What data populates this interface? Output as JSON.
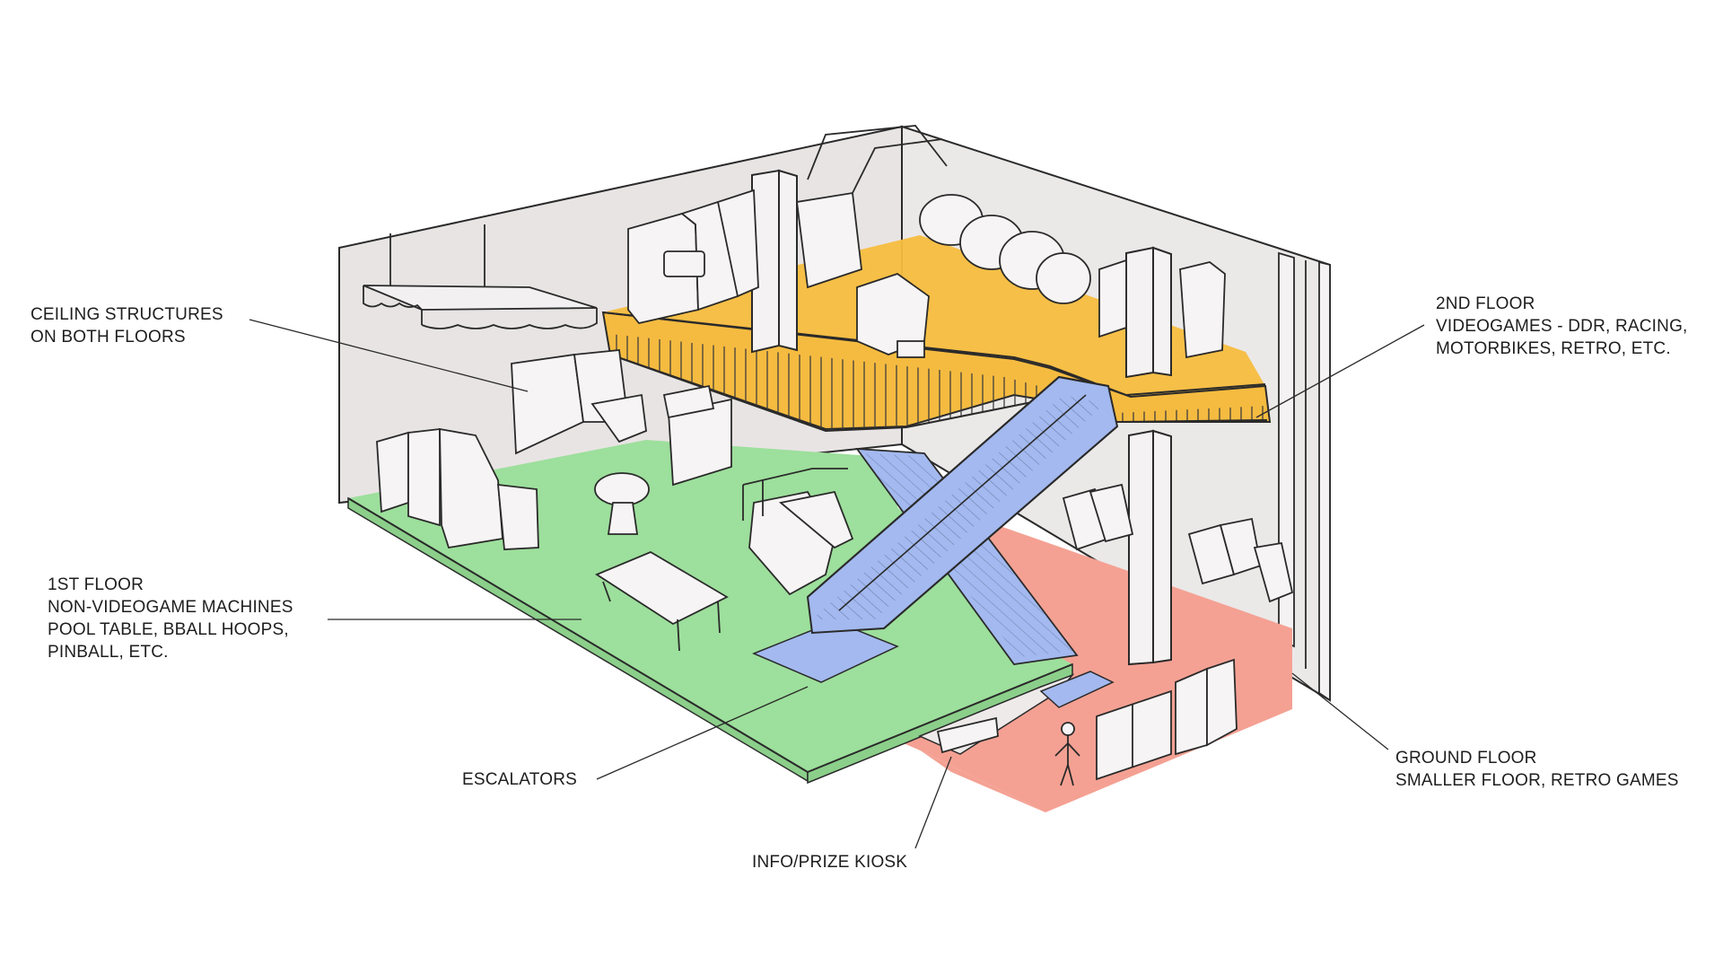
{
  "colors": {
    "wall": "#e8e4e4",
    "floor_2nd": "#f7bd3e",
    "floor_1st": "#9ddf9c",
    "floor_ground": "#f4a193",
    "escalator": "#a3b9ef",
    "ink": "#2a2a2a"
  },
  "labels": {
    "ceiling": [
      "CEILING STRUCTURES",
      "ON BOTH FLOORS"
    ],
    "second_floor": [
      "2ND FLOOR",
      "VIDEOGAMES - DDR, RACING,",
      "MOTORBIKES, RETRO, ETC."
    ],
    "first_floor": [
      "1ST FLOOR",
      "NON-VIDEOGAME MACHINES",
      "POOL TABLE, BBALL HOOPS,",
      "PINBALL, ETC."
    ],
    "escalators": [
      "ESCALATORS"
    ],
    "kiosk": [
      "INFO/PRIZE KIOSK"
    ],
    "ground_floor": [
      "GROUND FLOOR",
      "SMALLER FLOOR, RETRO GAMES"
    ]
  }
}
